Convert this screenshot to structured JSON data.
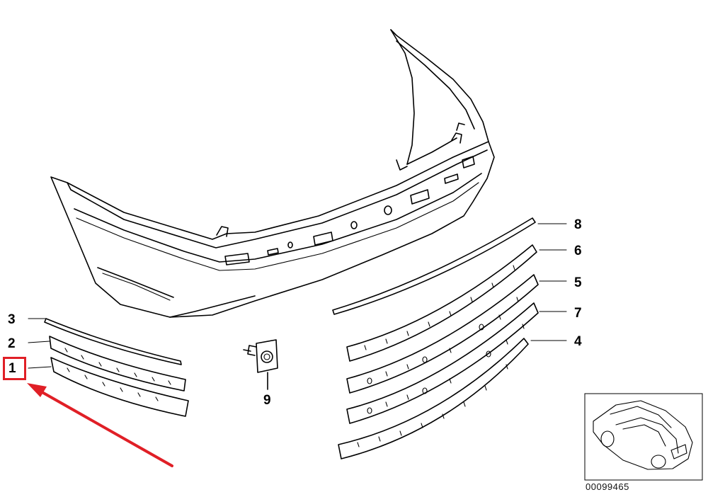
{
  "callouts": {
    "c1": "1",
    "c2": "2",
    "c3": "3",
    "c4": "4",
    "c5": "5",
    "c6": "6",
    "c7": "7",
    "c8": "8",
    "c9": "9"
  },
  "reference_code": "00099465",
  "colors": {
    "highlight": "#e01f26",
    "line": "#000000",
    "background": "#ffffff"
  },
  "icons": {
    "pointer": "red-arrow-icon",
    "thumbnail": "car-thumbnail-icon"
  }
}
